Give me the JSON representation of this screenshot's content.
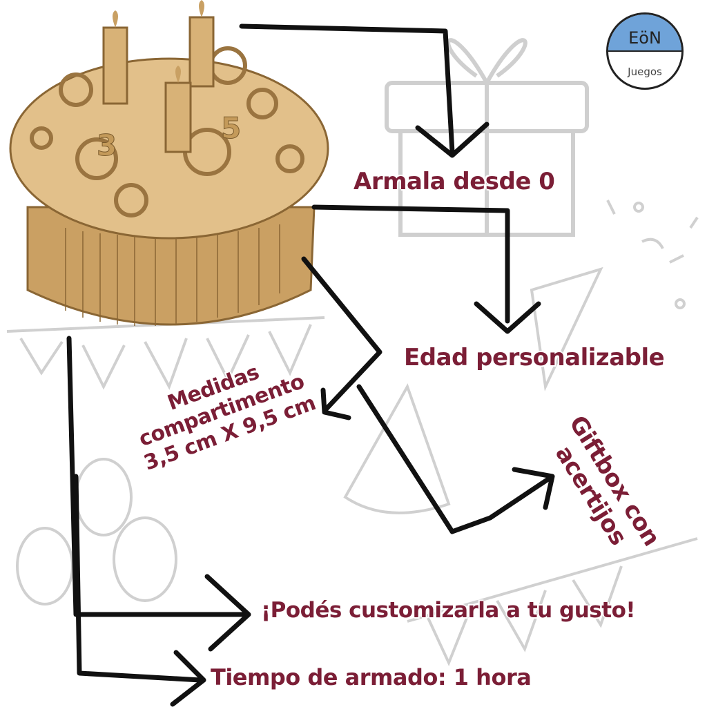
{
  "logo": {
    "brand": "EöN",
    "sub": "Juegos",
    "color": "#6fa3d9"
  },
  "labels": {
    "assemble": "Armala desde 0",
    "age": "Edad personalizable",
    "measures": [
      "Medidas",
      "compartimento",
      "3,5 cm X 9,5 cm"
    ],
    "giftbox": [
      "Giftbox con",
      "acertijos"
    ],
    "customize": "¡Podés customizarla a tu gusto!",
    "time": "Tiempo de armado: 1 hora"
  },
  "colors": {
    "text": "#7b1e36",
    "wood": "#d9b57a",
    "arrow": "#111111"
  }
}
